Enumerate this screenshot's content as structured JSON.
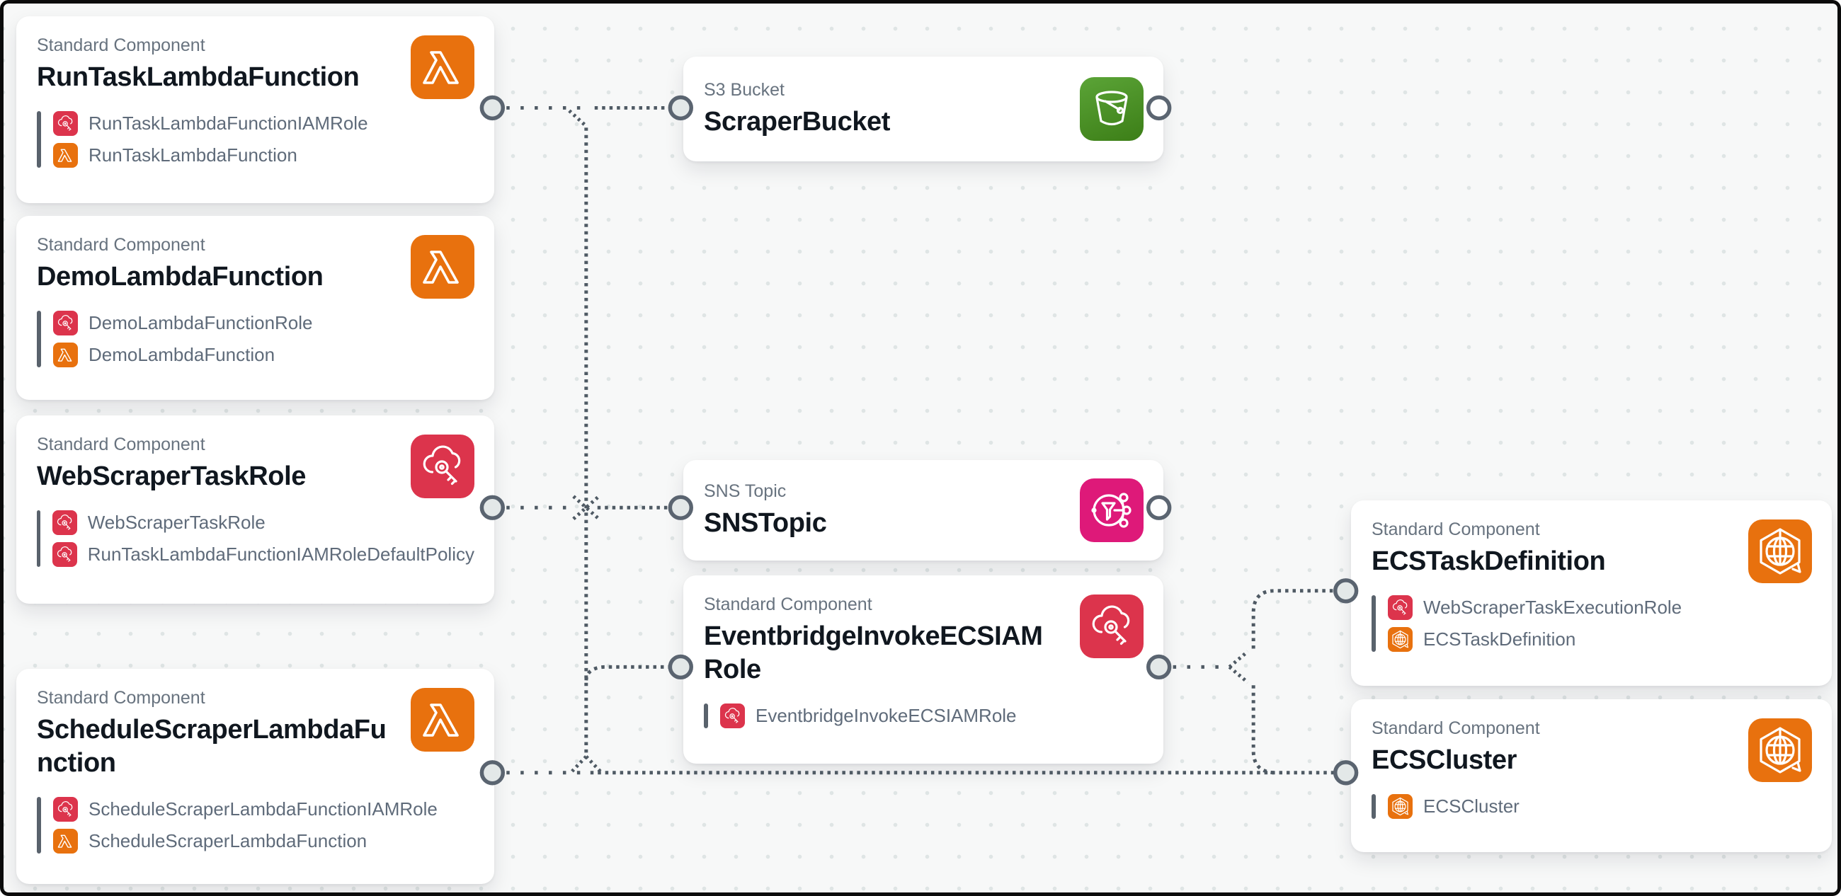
{
  "canvas": {
    "tool_kind": "infrastructure-diagram-canvas"
  },
  "colors": {
    "canvas_bg": "#F7F8F8",
    "grid_dot": "#DFE5E5",
    "frame": "#0B0B0B",
    "card_bg": "#FFFFFF",
    "kind_label_text": "#68737F",
    "title_text": "#10171F",
    "child_text": "#5F6B7A",
    "child_bar": "#59626C",
    "connector": "#4F5A64",
    "port_stroke": "#5A6470",
    "port_fill_connected": "#E3E8E8",
    "port_fill_open": "#FDFDFD",
    "lambda": "#E8710E",
    "iam": "#DC344C",
    "sns": "#DE1979",
    "ecs": "#E8710E",
    "s3_top": "#5BA437",
    "s3_bottom": "#3C7E17"
  },
  "cards": [
    {
      "kind_label": "Standard Component",
      "title": "RunTaskLambdaFunction",
      "icon": "lambda",
      "children": [
        {
          "icon": "iam",
          "label": "RunTaskLambdaFunctionIAMRole"
        },
        {
          "icon": "lambda",
          "label": "RunTaskLambdaFunction"
        }
      ]
    },
    {
      "kind_label": "Standard Component",
      "title": "DemoLambdaFunction",
      "icon": "lambda",
      "children": [
        {
          "icon": "iam",
          "label": "DemoLambdaFunctionRole"
        },
        {
          "icon": "lambda",
          "label": "DemoLambdaFunction"
        }
      ]
    },
    {
      "kind_label": "Standard Component",
      "title": "WebScraperTaskRole",
      "icon": "iam",
      "children": [
        {
          "icon": "iam",
          "label": "WebScraperTaskRole"
        },
        {
          "icon": "iam",
          "label": "RunTaskLambdaFunctionIAMRoleDefaultPolicy"
        }
      ]
    },
    {
      "kind_label": "Standard Component",
      "title": "ScheduleScraperLambdaFunction",
      "icon": "lambda",
      "children": [
        {
          "icon": "iam",
          "label": "ScheduleScraperLambdaFunctionIAMRole"
        },
        {
          "icon": "lambda",
          "label": "ScheduleScraperLambdaFunction"
        }
      ]
    },
    {
      "kind_label": "S3 Bucket",
      "title": "ScraperBucket",
      "icon": "s3",
      "children": []
    },
    {
      "kind_label": "SNS Topic",
      "title": "SNSTopic",
      "icon": "sns",
      "children": []
    },
    {
      "kind_label": "Standard Component",
      "title": "EventbridgeInvokeECSIAMRole",
      "icon": "iam",
      "children": [
        {
          "icon": "iam",
          "label": "EventbridgeInvokeECSIAMRole"
        }
      ]
    },
    {
      "kind_label": "Standard Component",
      "title": "ECSTaskDefinition",
      "icon": "ecs",
      "children": [
        {
          "icon": "iam",
          "label": "WebScraperTaskExecutionRole"
        },
        {
          "icon": "ecs",
          "label": "ECSTaskDefinition"
        }
      ]
    },
    {
      "kind_label": "Standard Component",
      "title": "ECSCluster",
      "icon": "ecs",
      "children": [
        {
          "icon": "ecs",
          "label": "ECSCluster"
        }
      ]
    }
  ],
  "connections": [
    {
      "from": "RunTaskLambdaFunction",
      "to": "ScraperBucket"
    },
    {
      "from": "WebScraperTaskRole",
      "to": "SNSTopic"
    },
    {
      "from": "WebScraperTaskRole",
      "to": "EventbridgeInvokeECSIAMRole"
    },
    {
      "from": "ScheduleScraperLambdaFunction",
      "to": "ECSCluster"
    },
    {
      "from": "EventbridgeInvokeECSIAMRole",
      "to": "ECSTaskDefinition"
    },
    {
      "from": "EventbridgeInvokeECSIAMRole",
      "to": "ECSCluster"
    }
  ]
}
